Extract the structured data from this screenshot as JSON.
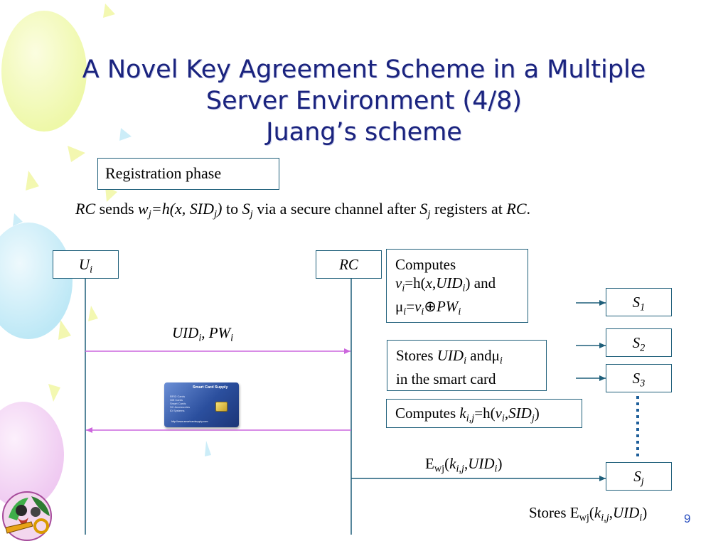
{
  "title": {
    "line1": "A Novel Key Agreement Scheme in a Multiple",
    "line2": "Server Environment (4/8)",
    "line3": "Juang’s scheme"
  },
  "phase_label": "Registration phase",
  "intro": {
    "rc": "RC",
    "sends": " sends ",
    "w": "w",
    "j": "j",
    "eq_h": "=h(x, SID",
    "close": ")",
    "to": " to ",
    "S": "S",
    "via": " via a secure channel after ",
    "registers": " registers at ",
    "rc2": "RC",
    "period": "."
  },
  "actors": {
    "user": {
      "main": "U",
      "sub": "i"
    },
    "rc": "RC"
  },
  "compute_box": {
    "line1": "Computes",
    "v": "v",
    "i": "i",
    "eq_h": "=h(",
    "x": "x",
    "comma": ",",
    "uid": "UID",
    "and": ") and",
    "mu": "μ",
    "eq": "=",
    "xor": "⊕",
    "pw": "PW"
  },
  "store_box": {
    "stores": "Stores ",
    "uid": "UID",
    "i": "i",
    "and": " and",
    "mu": "μ",
    "line2": "in the smart card"
  },
  "kij_box": {
    "computes": "Computes ",
    "k": "k",
    "ij": "i,j",
    "eq_h": "=h(",
    "v": "v",
    "i": "i",
    "comma": ",",
    "sid": "SID",
    "j": "j",
    "close": ")"
  },
  "msg_user": {
    "uid": "UID",
    "i": "i",
    "sep": ", ",
    "pw": "PW"
  },
  "msg_server": {
    "E": "E",
    "wj": "wj",
    "open": "(",
    "k": "k",
    "ij": "i,j",
    "comma": ",",
    "uid": "UID",
    "i": "i",
    "close": ")"
  },
  "servers": [
    {
      "main": "S",
      "sub": "1"
    },
    {
      "main": "S",
      "sub": "2"
    },
    {
      "main": "S",
      "sub": "3"
    },
    {
      "main": "S",
      "sub": "j"
    }
  ],
  "stores_final": {
    "stores": "Stores E",
    "wj": "wj",
    "open": "(",
    "k": "k",
    "ij": "i,j",
    "comma": ",",
    "uid": "UID",
    "i": "i",
    "close": ")"
  },
  "card": {
    "title": "Smart Card Supply",
    "lines": [
      "RFID Cards",
      "Gift Cards",
      "Smart Cards",
      "SC Accessories",
      "ID Systems"
    ],
    "url": "http://www.smartcardsupply.com"
  },
  "page_number": "9",
  "colors": {
    "title": "#1a237e",
    "border": "#1f5f7a",
    "arrow_pink": "#cc66dd",
    "arrow_blue": "#1f5f7a",
    "dots": "#1f5f9a"
  }
}
